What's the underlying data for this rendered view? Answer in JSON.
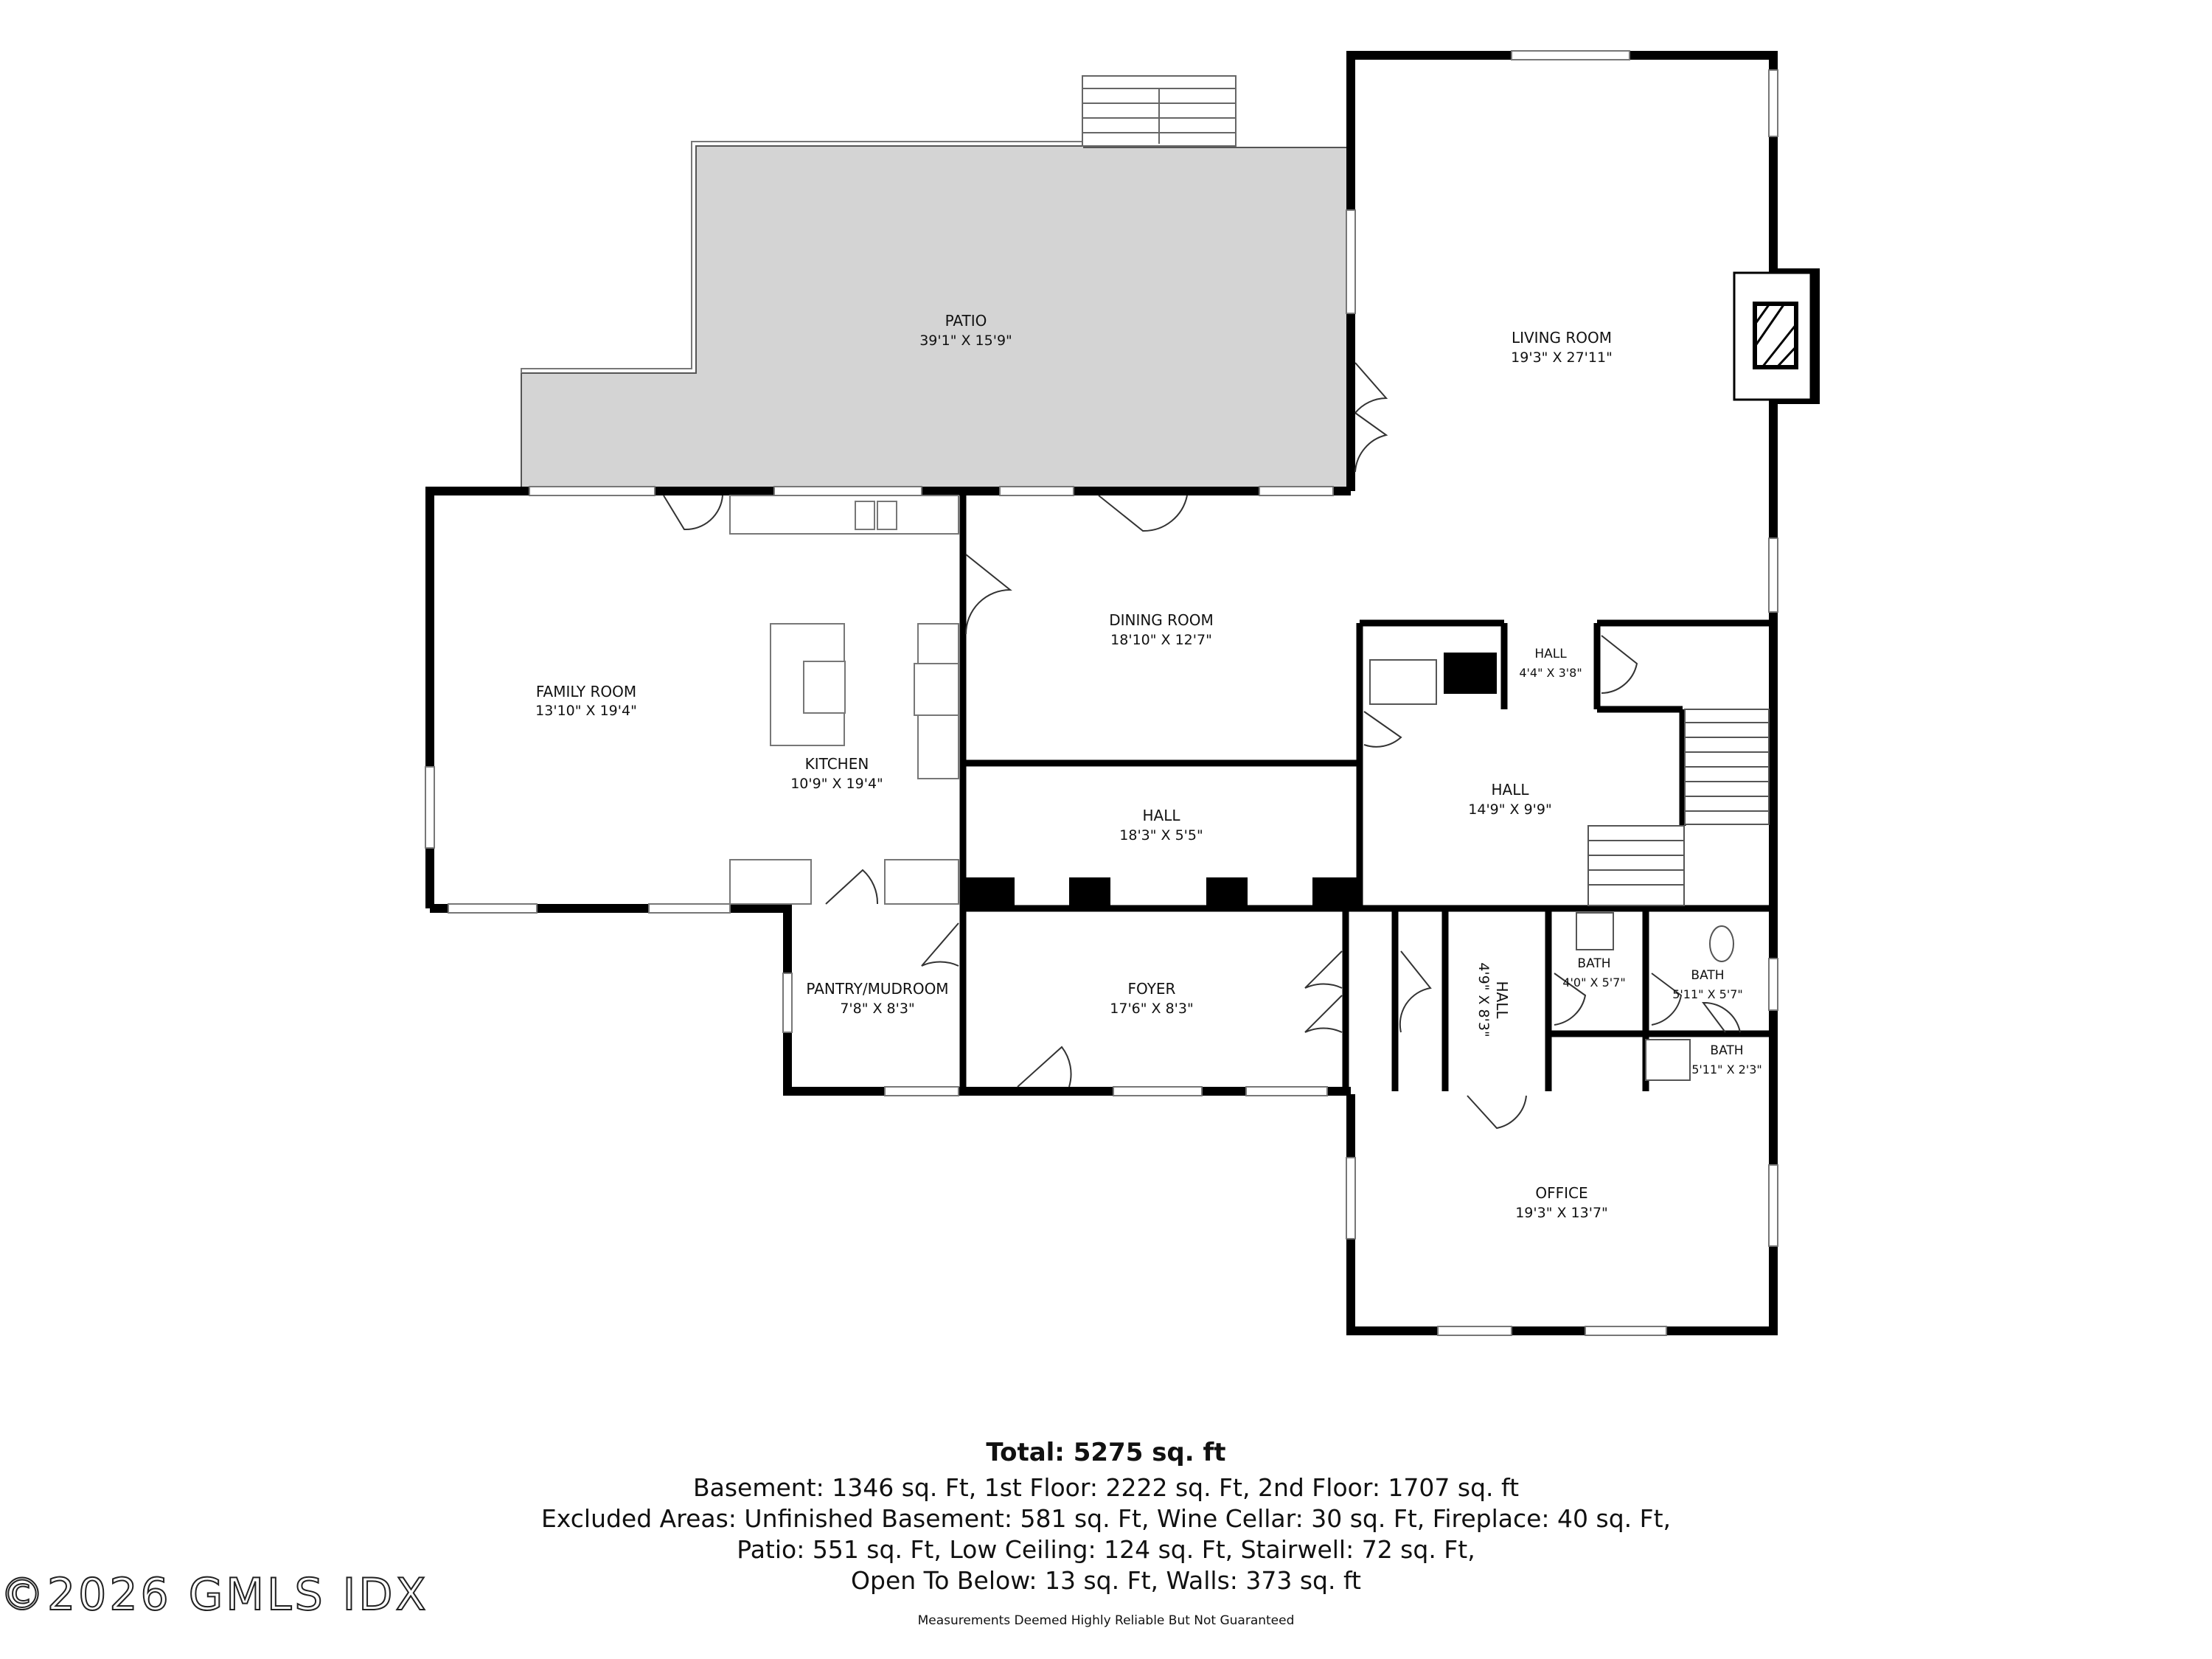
{
  "rooms": {
    "patio": {
      "name": "PATIO",
      "dims": "39'1\" X 15'9\""
    },
    "living_room": {
      "name": "LIVING ROOM",
      "dims": "19'3\" X 27'11\""
    },
    "family_room": {
      "name": "FAMILY ROOM",
      "dims": "13'10\" X 19'4\""
    },
    "kitchen": {
      "name": "KITCHEN",
      "dims": "10'9\" X 19'4\""
    },
    "dining_room": {
      "name": "DINING ROOM",
      "dims": "18'10\" X 12'7\""
    },
    "hall_small": {
      "name": "HALL",
      "dims": "4'4\" X 3'8\""
    },
    "hall_right": {
      "name": "HALL",
      "dims": "14'9\" X 9'9\""
    },
    "hall_center": {
      "name": "HALL",
      "dims": "18'3\" X 5'5\""
    },
    "pantry": {
      "name": "PANTRY/MUDROOM",
      "dims": "7'8\" X 8'3\""
    },
    "foyer": {
      "name": "FOYER",
      "dims": "17'6\" X 8'3\""
    },
    "hall_vertical": {
      "name": "HALL",
      "dims": "4'9\" X 8'3\""
    },
    "bath_a": {
      "name": "BATH",
      "dims": "4'0\" X 5'7\""
    },
    "bath_b": {
      "name": "BATH",
      "dims": "5'11\" X 5'7\""
    },
    "bath_c": {
      "name": "BATH",
      "dims": "5'11\" X 2'3\""
    },
    "office": {
      "name": "OFFICE",
      "dims": "19'3\" X 13'7\""
    }
  },
  "summary": {
    "total": "Total: 5275 sq. ft",
    "line1": "Basement: 1346 sq. Ft, 1st Floor: 2222 sq. Ft, 2nd Floor: 1707 sq. ft",
    "line2": "Excluded Areas: Unfinished Basement: 581 sq. Ft, Wine Cellar: 30 sq. Ft, Fireplace: 40 sq. Ft,",
    "line3": "Patio: 551 sq. Ft, Low Ceiling: 124 sq. Ft, Stairwell: 72 sq. Ft,",
    "line4": "Open To Below: 13 sq. Ft, Walls: 373 sq. ft"
  },
  "disclaimer": "Measurements Deemed Highly Reliable But Not Guaranteed",
  "watermark": "©2026 GMLS IDX",
  "colors": {
    "wall": "#000000",
    "patio_fill": "#d4d4d4",
    "background": "#ffffff"
  }
}
